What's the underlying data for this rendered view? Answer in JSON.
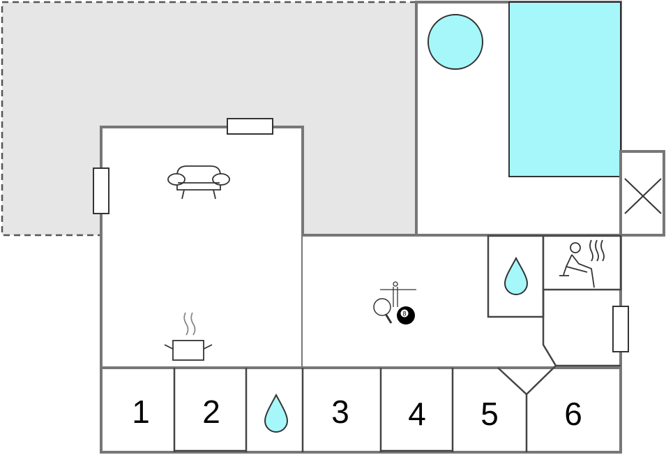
{
  "floorplan": {
    "rooms": [
      {
        "id": "room-1",
        "label": "1"
      },
      {
        "id": "room-2",
        "label": "2"
      },
      {
        "id": "room-3",
        "label": "3"
      },
      {
        "id": "room-4",
        "label": "4"
      },
      {
        "id": "room-5",
        "label": "5"
      },
      {
        "id": "room-6",
        "label": "6"
      }
    ],
    "icons": [
      "sofa-icon",
      "cooking-pot-icon",
      "water-drop-icon",
      "table-football-icon",
      "table-tennis-icon",
      "billiard-ball-icon",
      "sauna-icon",
      "pool-icon",
      "hot-tub-icon"
    ],
    "billiard_ball_number": "8",
    "colors": {
      "wall": "#777777",
      "terrace_fill": "#e6e6e6",
      "water": "#a6f7f9",
      "water_outline": "#333333"
    }
  }
}
